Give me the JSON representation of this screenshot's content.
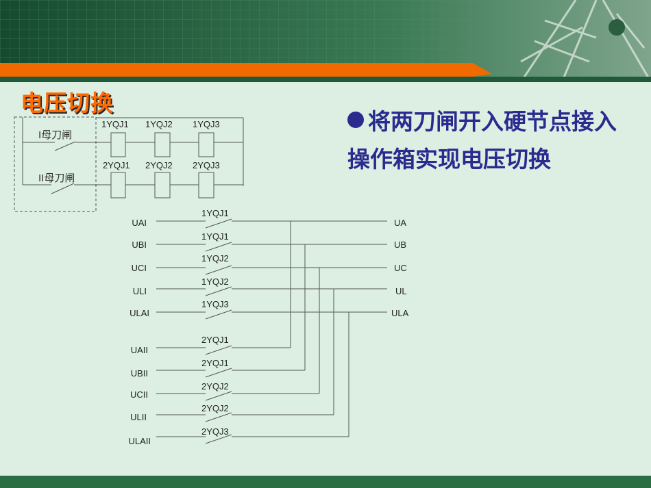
{
  "slide": {
    "title": "电压切换",
    "bullet": "将两刀闸开入硬节点接入操作箱实现电压切换"
  },
  "diagram": {
    "bus1_label": "I母刀闸",
    "bus2_label": "II母刀闸",
    "relays_row1": [
      "1YQJ1",
      "1YQJ2",
      "1YQJ3"
    ],
    "relays_row2": [
      "2YQJ1",
      "2YQJ2",
      "2YQJ3"
    ],
    "inputs_bus1": [
      "UAI",
      "UBI",
      "UCI",
      "ULI",
      "ULAI"
    ],
    "contacts_bus1": [
      "1YQJ1",
      "1YQJ1",
      "1YQJ2",
      "1YQJ2",
      "1YQJ3"
    ],
    "outputs": [
      "UA",
      "UB",
      "UC",
      "UL",
      "ULA"
    ],
    "inputs_bus2": [
      "UAII",
      "UBII",
      "UCII",
      "ULII",
      "ULAII"
    ],
    "contacts_bus2": [
      "2YQJ1",
      "2YQJ1",
      "2YQJ2",
      "2YQJ2",
      "2YQJ3"
    ]
  },
  "colors": {
    "header_dark": "#1f5a3a",
    "accent_orange": "#f06a00",
    "title_orange": "#ff6a00",
    "text_blue": "#2a2a8f",
    "background": "#dcefe2"
  }
}
